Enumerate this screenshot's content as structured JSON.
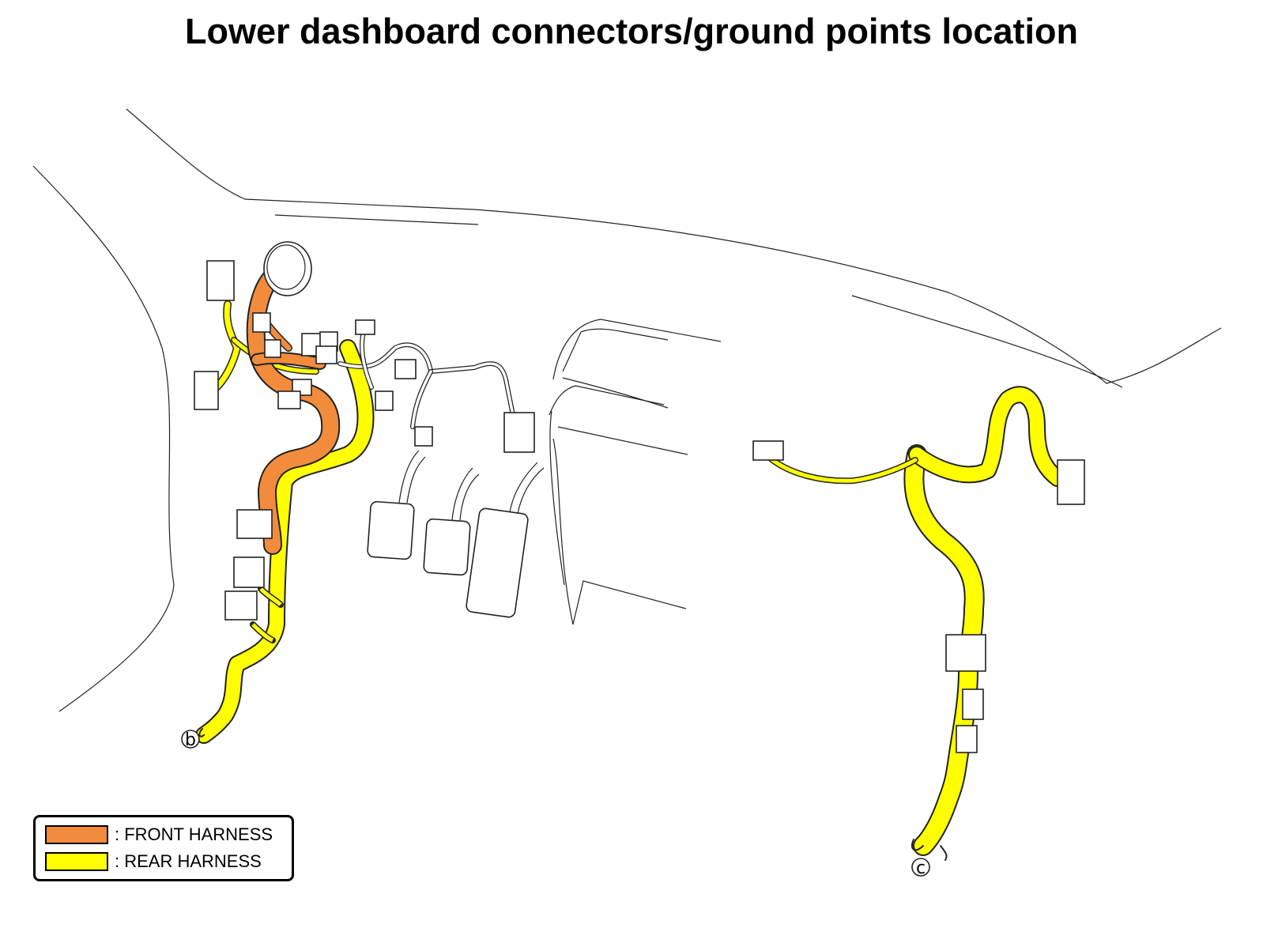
{
  "title": "Lower dashboard connectors/ground points location",
  "legend": {
    "items": [
      {
        "label": ": FRONT HARNESS",
        "color": "#f28c3c"
      },
      {
        "label": ": REAR HARNESS",
        "color": "#ffff00"
      }
    ]
  },
  "markers": [
    {
      "label": "b"
    },
    {
      "label": "c"
    }
  ],
  "colors": {
    "front_harness": "#f28c3c",
    "rear_harness": "#ffff00",
    "line": "#222222"
  }
}
